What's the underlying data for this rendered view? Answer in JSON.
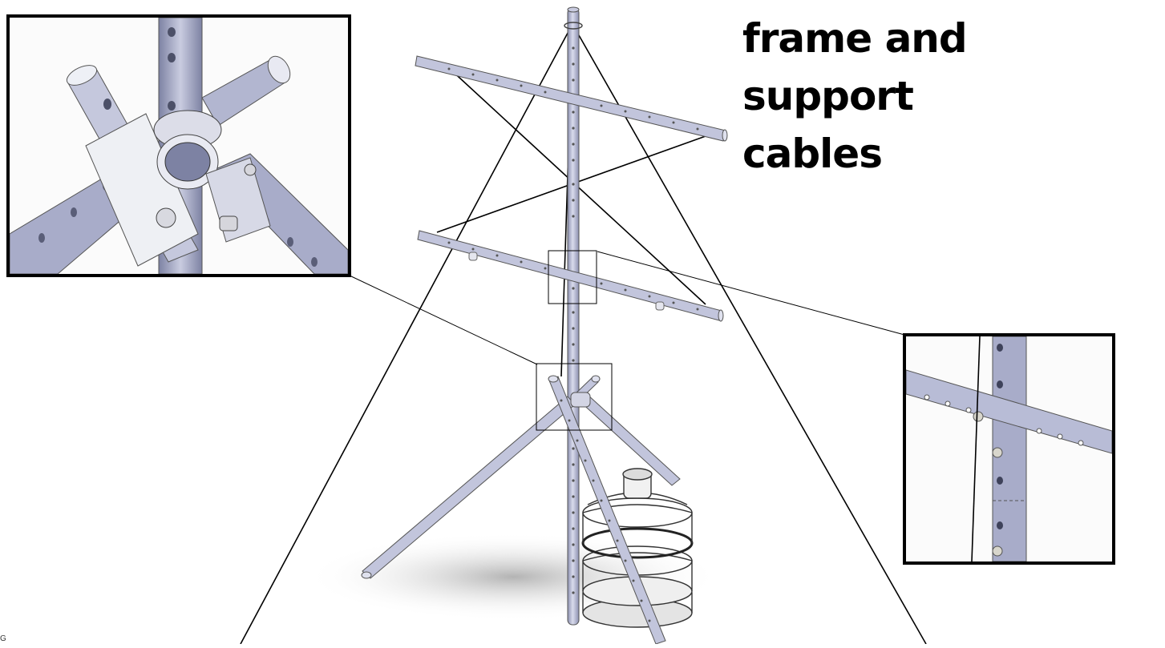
{
  "title": {
    "line1": "frame and support",
    "line2": "cables"
  },
  "figure": {
    "subject": "mast frame with support cables, tripod base and stacked water-jug ballast",
    "detail_insets": [
      "tripod-joint-detail",
      "crossbar-joint-detail"
    ]
  },
  "colors": {
    "tube": "#b7bbd6",
    "tube_dark": "#7d82a3",
    "tube_light": "#e3e5f1",
    "cable": "#000000",
    "frame": "#000000",
    "background": "#ffffff"
  },
  "corner_mark": "G"
}
